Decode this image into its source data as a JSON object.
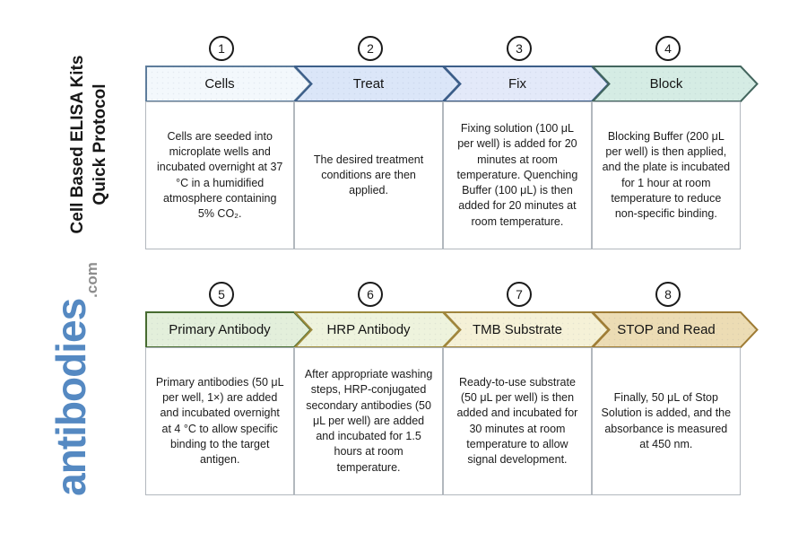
{
  "sidebar": {
    "title_line1": "Cell Based ELISA Kits",
    "title_line2": "Quick Protocol",
    "logo_text": "antibodies",
    "logo_suffix": ".com",
    "logo_color": "#5589c2",
    "logo_suffix_color": "#8d8d8d"
  },
  "steps": [
    {
      "number": "1",
      "label": "Cells",
      "fill": "#f3f8fc",
      "stroke": "#5e7d9c",
      "description": "Cells are seeded into microplate wells and incubated overnight at 37 °C in a humidified atmosphere containing 5% CO₂."
    },
    {
      "number": "2",
      "label": "Treat",
      "fill": "#dbe6f8",
      "stroke": "#3c5e89",
      "description": "The desired treatment conditions are then applied."
    },
    {
      "number": "3",
      "label": "Fix",
      "fill": "#e3e9f9",
      "stroke": "#3c5e89",
      "description": "Fixing solution (100 μL per well) is added for 20 minutes at room temperature. Quenching Buffer (100 μL) is then added for 20 minutes at room temperature."
    },
    {
      "number": "4",
      "label": "Block",
      "fill": "#d5ece4",
      "stroke": "#43665e",
      "description": "Blocking Buffer (200 μL per well) is then applied, and the plate is incubated for 1 hour at room temperature to reduce non-specific binding."
    },
    {
      "number": "5",
      "label": "Primary Antibody",
      "fill": "#e3efdb",
      "stroke": "#466b2f",
      "description": "Primary antibodies (50 μL per well, 1×) are added and incubated overnight at 4 °C to allow specific binding to the target antigen."
    },
    {
      "number": "6",
      "label": "HRP Antibody",
      "fill": "#eef3dd",
      "stroke": "#9d8b3d",
      "description": "After appropriate washing steps, HRP-conjugated secondary antibodies (50 μL per well) are added and incubated for 1.5 hours at room temperature."
    },
    {
      "number": "7",
      "label": "TMB Substrate",
      "fill": "#f5f1d7",
      "stroke": "#a1853c",
      "description": "Ready-to-use substrate (50 μL per well) is then added and incubated for 30 minutes at room temperature to allow signal development."
    },
    {
      "number": "8",
      "label": "STOP and Read",
      "fill": "#ecdcb4",
      "stroke": "#9f7c35",
      "description": "Finally, 50 μL of Stop Solution is added, and the absorbance is measured at 450 nm."
    }
  ]
}
